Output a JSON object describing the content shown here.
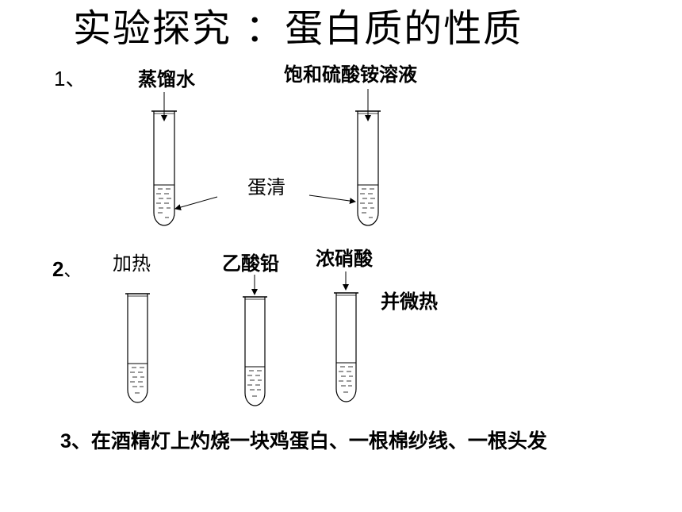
{
  "title": "实验探究 ：蛋白质的性质",
  "section1": {
    "number": "1、",
    "reagent_left": "蒸馏水",
    "reagent_right": "饱和硫酸铵溶液",
    "sample_label": "蛋清"
  },
  "section2": {
    "number_bold": "2",
    "number_suffix": "、",
    "heat": "加热",
    "lead_acetate": "乙酸铅",
    "nitric_acid": "浓硝酸",
    "nitric_note": "并微热"
  },
  "section3": {
    "number_bold": "3",
    "text": "、在酒精灯上灼烧一块鸡蛋白、一根棉纱线、一根头发"
  }
}
